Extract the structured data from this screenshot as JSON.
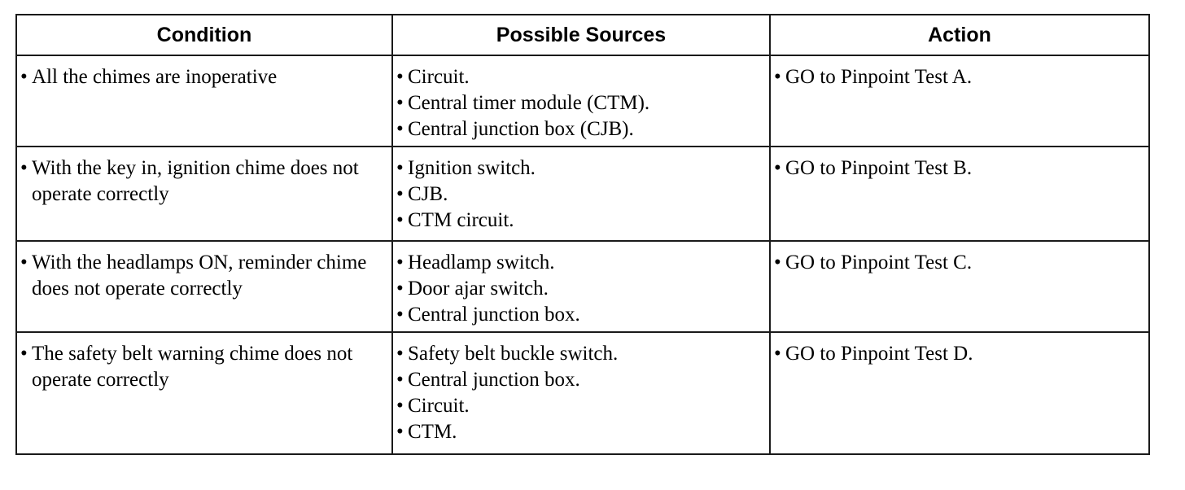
{
  "table": {
    "headers": {
      "condition": "Condition",
      "sources": "Possible Sources",
      "action": "Action"
    },
    "bullet": "•",
    "rows": [
      {
        "condition": "All the chimes are inoperative",
        "sources": [
          "Circuit.",
          "Central timer module (CTM).",
          "Central junction box (CJB)."
        ],
        "action": "GO to Pinpoint Test A."
      },
      {
        "condition": "With the key in, ignition chime does not operate correctly",
        "sources": [
          "Ignition switch.",
          "CJB.",
          "CTM circuit."
        ],
        "action": "GO to Pinpoint Test B."
      },
      {
        "condition": "With the headlamps ON, reminder chime does not operate correctly",
        "sources": [
          "Headlamp switch.",
          "Door ajar switch.",
          "Central junction box."
        ],
        "action": "GO to Pinpoint Test C."
      },
      {
        "condition": "The safety belt warning chime does not operate correctly",
        "sources": [
          "Safety belt buckle switch.",
          "Central junction box.",
          "Circuit.",
          "CTM."
        ],
        "action": "GO to Pinpoint Test D."
      }
    ]
  }
}
